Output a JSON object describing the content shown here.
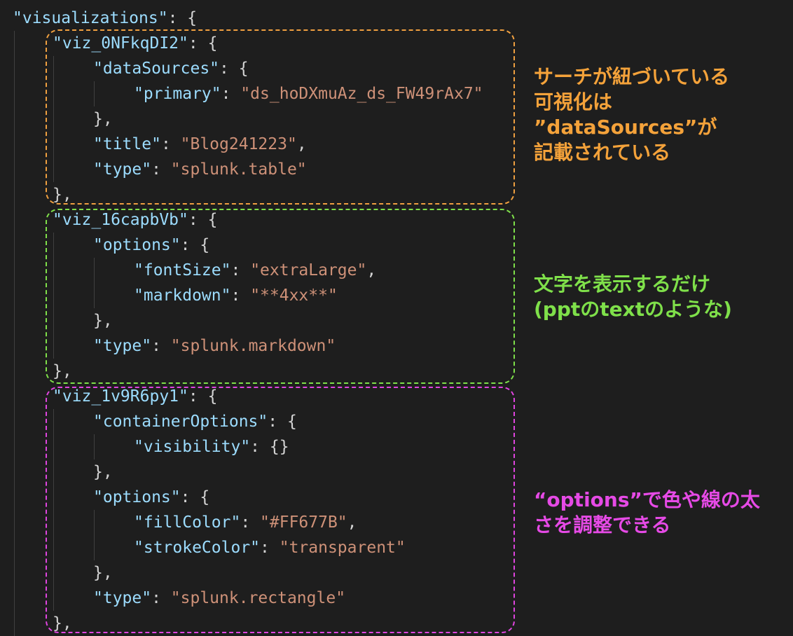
{
  "code": {
    "l0": {
      "key": "\"visualizations\"",
      "tail": ": {"
    },
    "l1": {
      "key": "\"viz_0NFkqDI2\"",
      "tail": ": {"
    },
    "l2": {
      "key": "\"dataSources\"",
      "tail": ": {"
    },
    "l3": {
      "key": "\"primary\"",
      "sep": ": ",
      "val": "\"ds_hoDXmuAz_ds_FW49rAx7\""
    },
    "l4": {
      "tail": "},"
    },
    "l5": {
      "key": "\"title\"",
      "sep": ": ",
      "val": "\"Blog241223\"",
      "end": ","
    },
    "l6": {
      "key": "\"type\"",
      "sep": ": ",
      "val": "\"splunk.table\""
    },
    "l7": {
      "tail": "},"
    },
    "l8": {
      "key": "\"viz_16capbVb\"",
      "tail": ": {"
    },
    "l9": {
      "key": "\"options\"",
      "tail": ": {"
    },
    "l10": {
      "key": "\"fontSize\"",
      "sep": ": ",
      "val": "\"extraLarge\"",
      "end": ","
    },
    "l11": {
      "key": "\"markdown\"",
      "sep": ": ",
      "val": "\"**4xx**\""
    },
    "l12": {
      "tail": "},"
    },
    "l13": {
      "key": "\"type\"",
      "sep": ": ",
      "val": "\"splunk.markdown\""
    },
    "l14": {
      "tail": "},"
    },
    "l15": {
      "key": "\"viz_1v9R6py1\"",
      "tail": ": {"
    },
    "l16": {
      "key": "\"containerOptions\"",
      "tail": ": {"
    },
    "l17": {
      "key": "\"visibility\"",
      "tail": ": {}"
    },
    "l18": {
      "tail": "},"
    },
    "l19": {
      "key": "\"options\"",
      "tail": ": {"
    },
    "l20": {
      "key": "\"fillColor\"",
      "sep": ": ",
      "val": "\"#FF677B\"",
      "end": ","
    },
    "l21": {
      "key": "\"strokeColor\"",
      "sep": ": ",
      "val": "\"transparent\""
    },
    "l22": {
      "tail": "},"
    },
    "l23": {
      "key": "\"type\"",
      "sep": ": ",
      "val": "\"splunk.rectangle\""
    },
    "l24": {
      "tail": "},"
    }
  },
  "annotations": {
    "orange": "サーチが紐づいている\n可視化は\n”dataSources”が\n記載されている",
    "green": "文字を表示するだけ\n(pptのtextのような)",
    "pink": "“options”で色や線の太\nさを調整できる"
  },
  "colors": {
    "background": "#1e1e1e",
    "json_key": "#9cdcfe",
    "json_string": "#ce9178",
    "punctuation": "#d4d4d4",
    "box_orange": "#f0a040",
    "box_green": "#7fe04a",
    "box_pink": "#e045e0"
  }
}
